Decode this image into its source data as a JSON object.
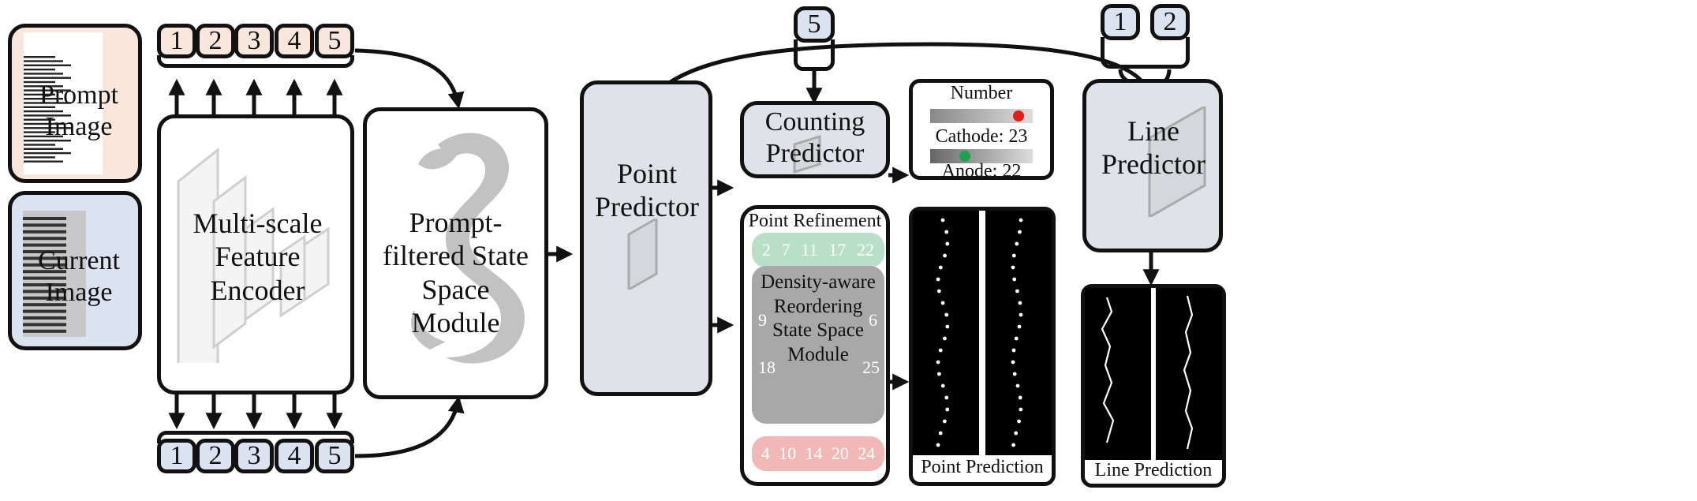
{
  "prompt_image": {
    "label": "Prompt Image",
    "bg": "#f9e6dc"
  },
  "current_image": {
    "label": "Current Image",
    "bg": "#dbe3f0"
  },
  "prompt_tokens": [
    "1",
    "2",
    "3",
    "4",
    "5"
  ],
  "current_tokens": [
    "1",
    "2",
    "3",
    "4",
    "5"
  ],
  "encoder": {
    "label": "Multi-scale Feature Encoder"
  },
  "ssm": {
    "label": "Prompt-filtered State Space Module"
  },
  "point_predictor": {
    "label": "Point Predictor"
  },
  "counting_predictor": {
    "label": "Counting Predictor"
  },
  "counting_token": "5",
  "line_tokens": [
    "1",
    "2"
  ],
  "line_predictor": {
    "label": "Line Predictor"
  },
  "number_panel": {
    "title": "Number",
    "cathode": "Cathode: 23",
    "anode": "Anode: 22"
  },
  "refinement": {
    "title": "Point Refinement",
    "row1": [
      "2",
      "7",
      "11",
      "17",
      "22"
    ],
    "row2": [
      "9",
      "6"
    ],
    "row3": [
      "18",
      "25"
    ],
    "row4": [
      "4",
      "10",
      "14",
      "20",
      "24"
    ],
    "module_label": "Density-aware Reordering State Space Module"
  },
  "point_prediction_label": "Point Prediction",
  "line_prediction_label": "Line Prediction",
  "colors": {
    "peach": "#f9e6dc",
    "lavender": "#dbe3f0",
    "predictor_fill": "#dfe2e8",
    "green_strip": "#b7e0c7",
    "gray_strip": "#a8a8a8",
    "red_strip": "#f2b8b8",
    "cathode_dot": "#e51a1a",
    "anode_dot": "#1aa34a"
  }
}
